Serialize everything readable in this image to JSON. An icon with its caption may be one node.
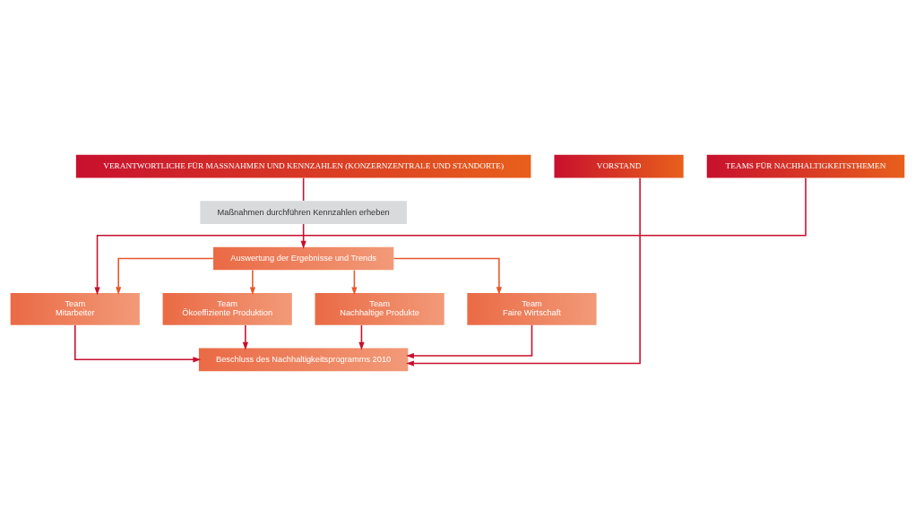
{
  "diagram": {
    "nodes": [
      {
        "text": [
          "VERANTWORTLICHE FÜR MASSNAHMEN UND KENNZAHLEN (KONZERNZENTRALE UND STANDORTE)"
        ]
      },
      {
        "text": [
          "TEAMS FÜR NACHHALTIGKEITSTHEMEN"
        ]
      },
      {
        "text": [
          "VORSTAND"
        ]
      },
      {
        "text": [
          "Maßnahmen durchführen Kennzahlen erheben"
        ]
      },
      {
        "text": [
          "Auswertung der Ergebnisse und Trends"
        ]
      },
      {
        "text": [
          "Team",
          "Mitarbeiter"
        ]
      },
      {
        "text": [
          "Team",
          "Ökoeffiziente Produktion"
        ]
      },
      {
        "text": [
          "Team",
          "Nachhaltige Produkte"
        ]
      },
      {
        "text": [
          "Team",
          "Faire Wirtschaft"
        ]
      },
      {
        "text": [
          "Beschluss des Nachhaltigkeitsprogramms 2010"
        ]
      }
    ],
    "edges": [
      {
        "from": 0,
        "to": 3,
        "arrow": "none"
      },
      {
        "from": 3,
        "to": 4,
        "arrow": "to"
      },
      {
        "from": 1,
        "to": 5,
        "arrow": "to"
      },
      {
        "from": 2,
        "to": 9,
        "arrow": "to"
      },
      {
        "from": 4,
        "to": 5,
        "arrow": "to",
        "color": "#e8572a"
      },
      {
        "from": 4,
        "to": 6,
        "arrow": "to",
        "color": "#e8572a"
      },
      {
        "from": 4,
        "to": 7,
        "arrow": "to",
        "color": "#e8572a"
      },
      {
        "from": 4,
        "to": 8,
        "arrow": "to",
        "color": "#e8572a"
      },
      {
        "from": 5,
        "to": 9,
        "arrow": "to"
      },
      {
        "from": 6,
        "to": 9,
        "arrow": "to"
      },
      {
        "from": 7,
        "to": 9,
        "arrow": "to"
      },
      {
        "from": 8,
        "to": 9,
        "arrow": "to"
      }
    ]
  }
}
